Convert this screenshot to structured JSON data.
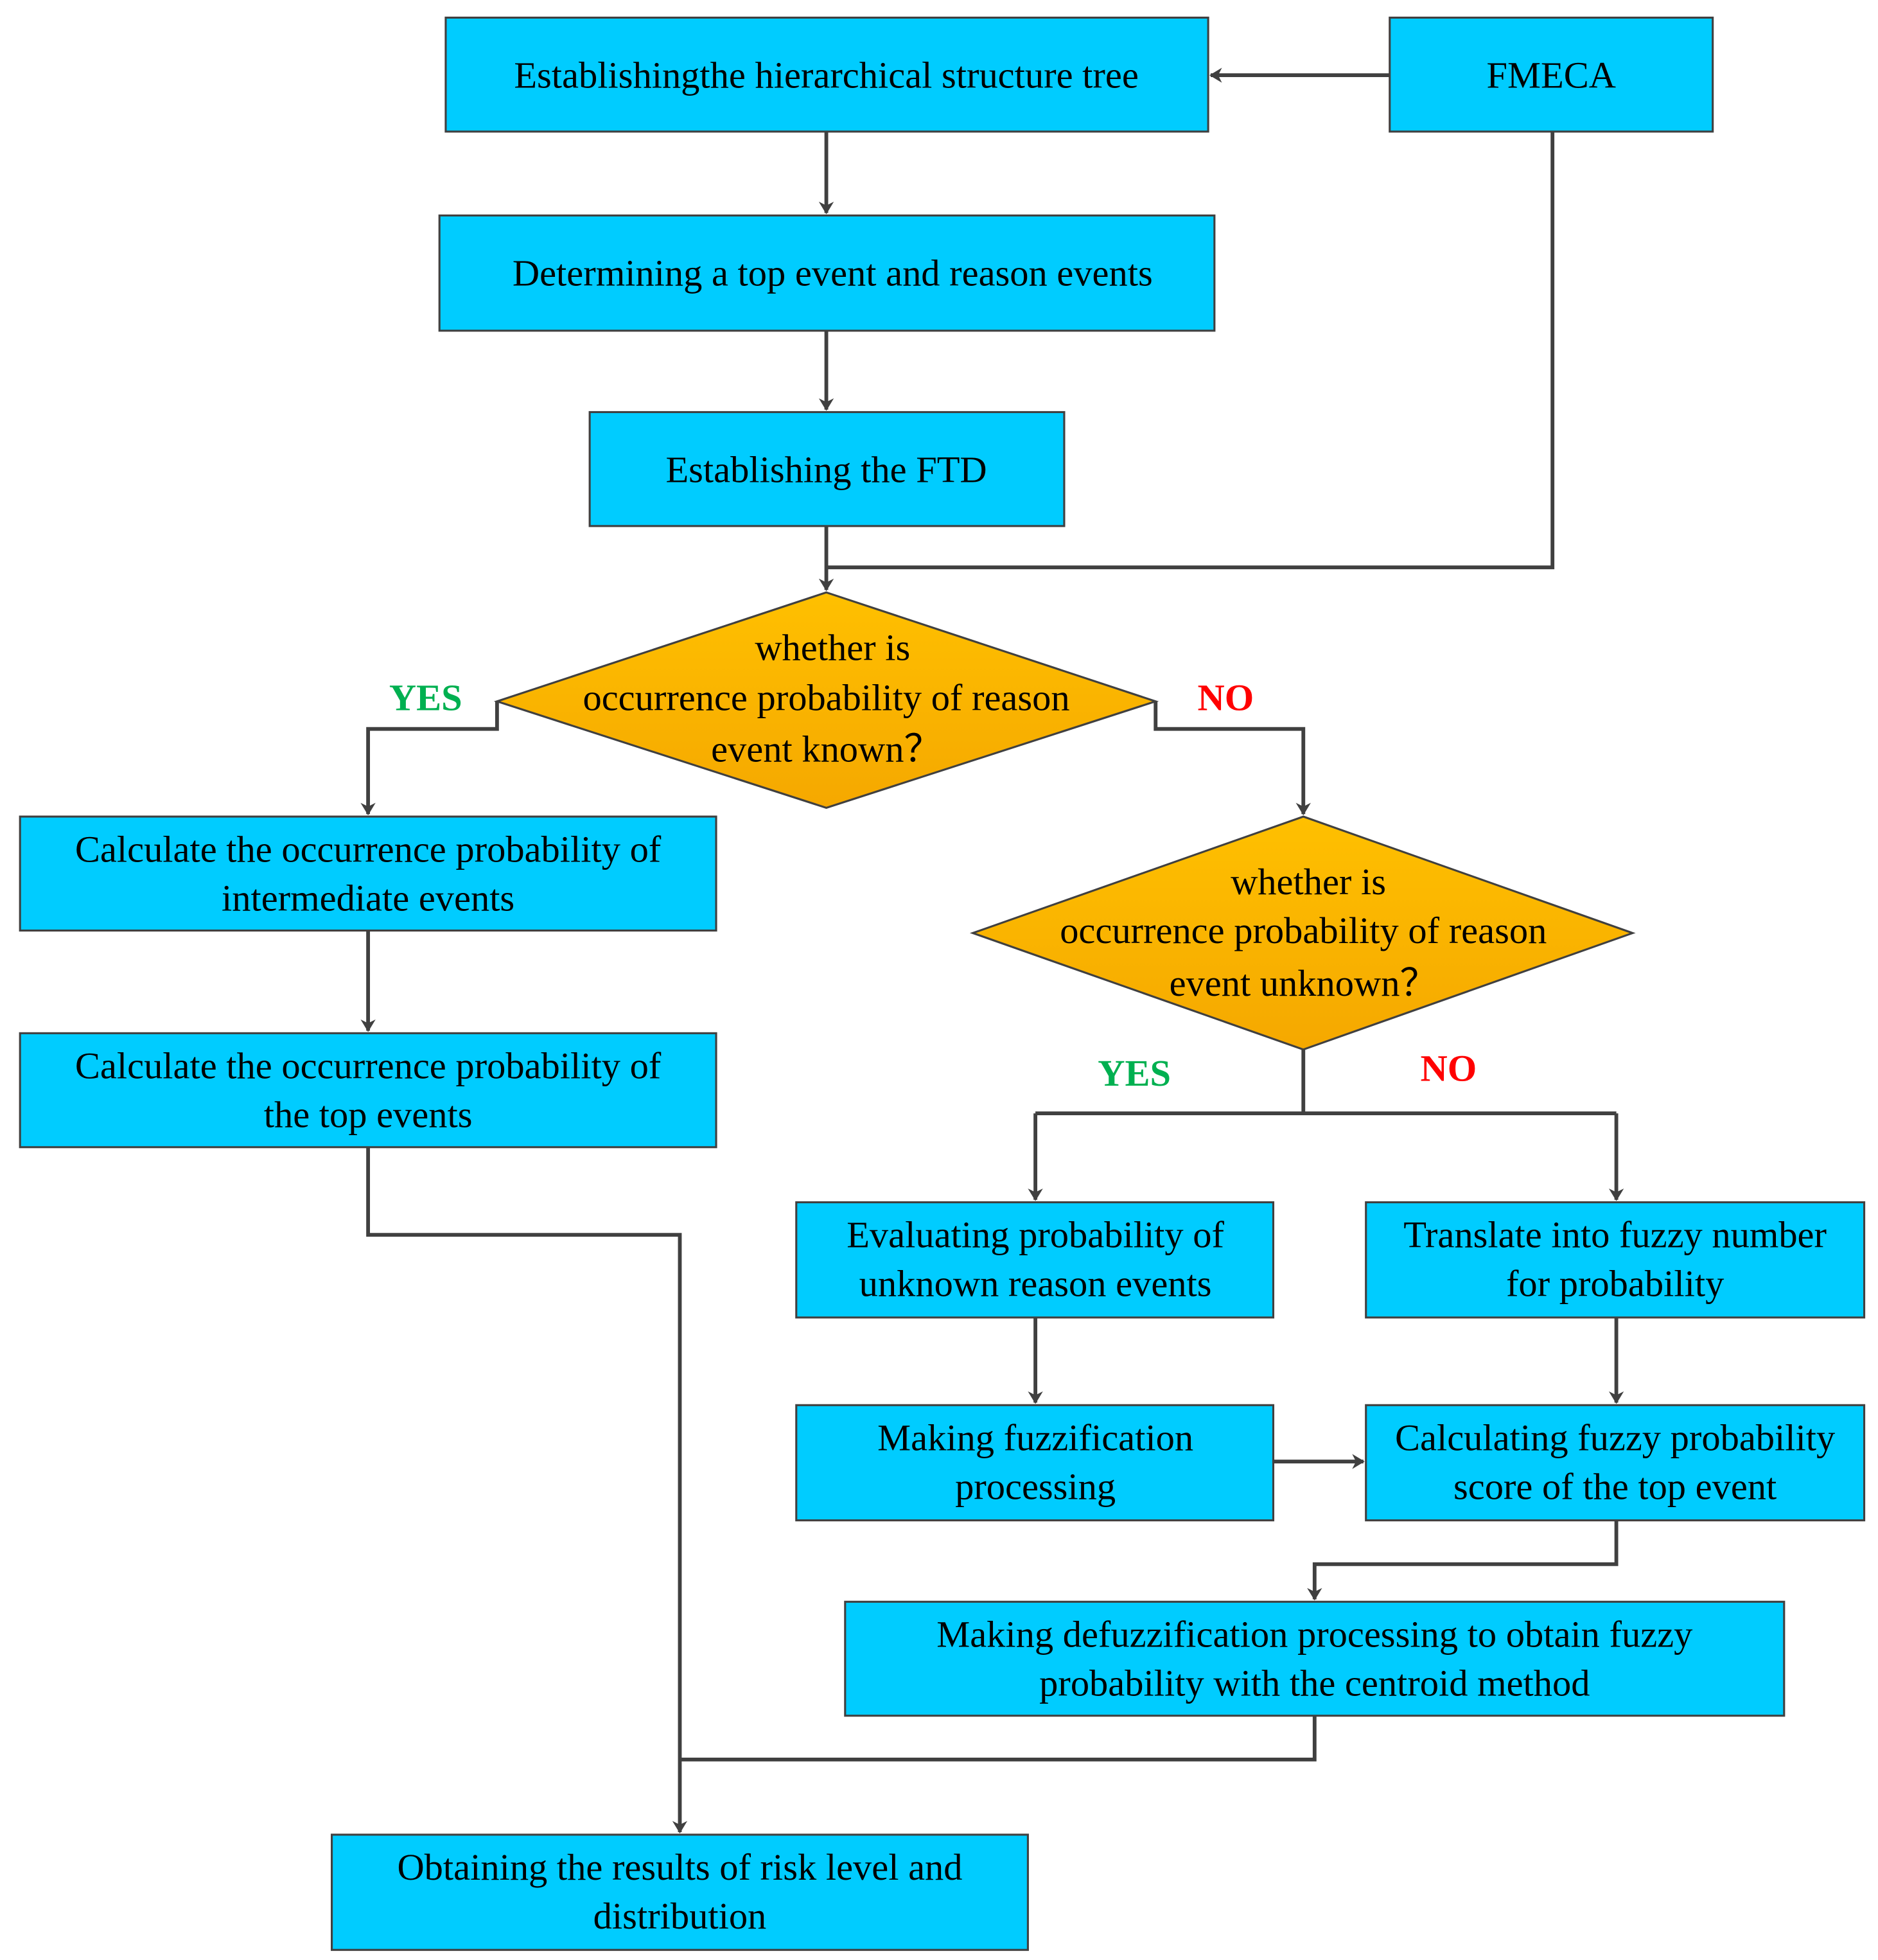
{
  "colors": {
    "box": "#00CCFF",
    "diamond_top": "#FFC000",
    "diamond_bottom": "#F5A800",
    "line": "#404040",
    "yes": "#00B050",
    "no": "#FF0000"
  },
  "nodes": {
    "hierarchy": [
      "Establishingthe hierarchical structure tree"
    ],
    "fmeca": [
      "FMECA"
    ],
    "determine": [
      "Determining a top event and reason events"
    ],
    "ftd": [
      "Establishing  the FTD"
    ],
    "decision_known": [
      "whether is",
      "occurrence probability of reason",
      "event known？"
    ],
    "calc_intermediate": [
      "Calculate the occurrence probability of",
      "intermediate events"
    ],
    "calc_top": [
      "Calculate the occurrence probability of",
      "the top  events"
    ],
    "decision_unknown": [
      "whether is",
      "occurrence probability of reason",
      "event  unknown？"
    ],
    "evaluating": [
      "Evaluating  probability of",
      "unknown reason events"
    ],
    "translate": [
      "Translate into fuzzy number",
      "for probability"
    ],
    "fuzzification": [
      "Making fuzzification",
      "processing"
    ],
    "fuzzy_score": [
      "Calculating fuzzy probability",
      "score of the top event"
    ],
    "defuzz": [
      "Making defuzzification processing to obtain fuzzy",
      "probability with the centroid method"
    ],
    "results": [
      "Obtaining the results of risk level and",
      "distribution"
    ]
  },
  "labels": {
    "yes1": "YES",
    "no1": "NO",
    "yes2": "YES",
    "no2": "NO"
  }
}
